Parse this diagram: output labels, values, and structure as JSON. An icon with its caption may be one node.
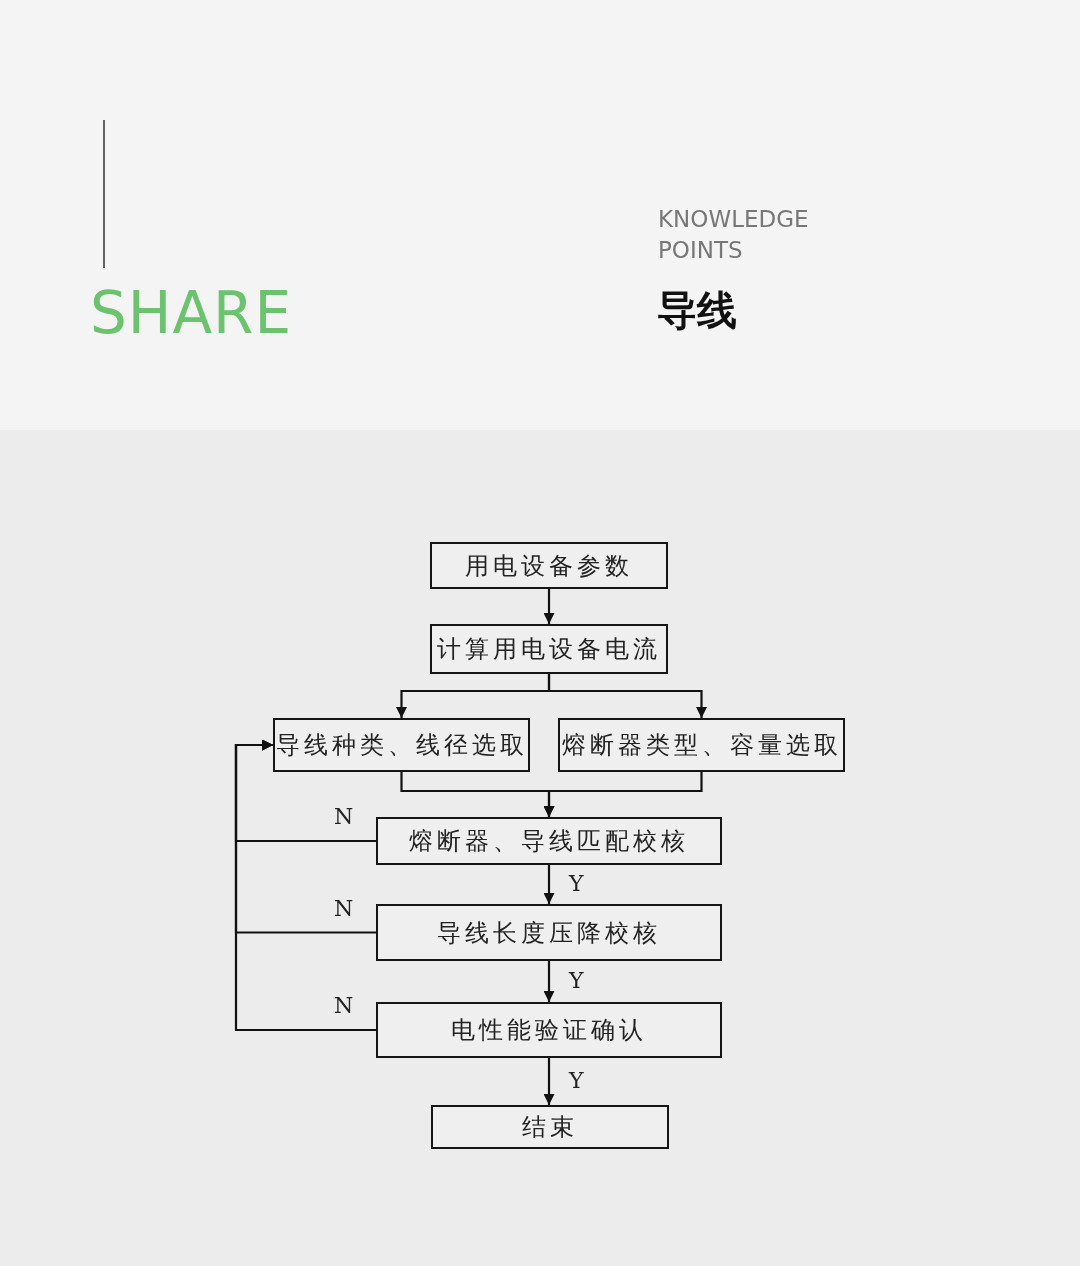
{
  "diagram": {
    "title": "导线",
    "nodes": [
      {
        "text": [
          "用电设备参数"
        ]
      },
      {
        "text": [
          "计算用电设备电流"
        ]
      },
      {
        "text": [
          "导线种类、线径选取"
        ]
      },
      {
        "text": [
          "熔断器类型、容量选取"
        ]
      },
      {
        "text": [
          "熔断器、导线匹配校核"
        ]
      },
      {
        "text": [
          "导线长度压降校核"
        ]
      },
      {
        "text": [
          "电性能验证确认"
        ]
      },
      {
        "text": [
          "结束"
        ]
      }
    ],
    "edges": [
      {
        "from": 0,
        "to": 1,
        "arrow": "to"
      },
      {
        "from": 1,
        "to": 2,
        "arrow": "to"
      },
      {
        "from": 1,
        "to": 3,
        "arrow": "to"
      },
      {
        "from": 2,
        "to": 4,
        "arrow": "to"
      },
      {
        "from": 3,
        "to": 4,
        "arrow": "to"
      },
      {
        "from": 4,
        "to": 5,
        "arrow": "to",
        "label": "Y"
      },
      {
        "from": 5,
        "to": 6,
        "arrow": "to",
        "label": "Y"
      },
      {
        "from": 6,
        "to": 7,
        "arrow": "to",
        "label": "Y"
      },
      {
        "from": 4,
        "to": 2,
        "arrow": "to",
        "label": "N"
      },
      {
        "from": 5,
        "to": 2,
        "arrow": "to",
        "label": "N"
      },
      {
        "from": 6,
        "to": 2,
        "arrow": "to",
        "label": "N"
      }
    ],
    "labels": [
      "SHARE",
      "KNOWLEDGE POINTS"
    ]
  }
}
